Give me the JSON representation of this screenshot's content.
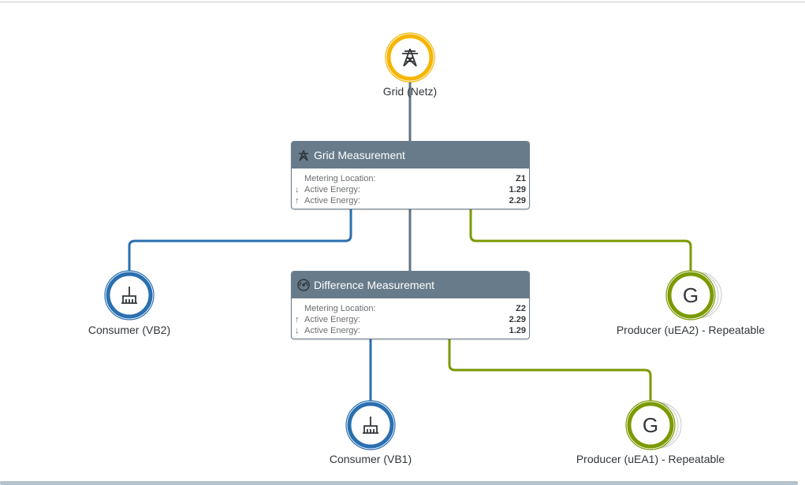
{
  "nodes": {
    "grid": {
      "label": "Grid (Netz)",
      "icon": "power-pylon-icon",
      "color": "#f5b500"
    },
    "consumer_vb2": {
      "label": "Consumer (VB2)",
      "icon": "consumer-plug-icon",
      "color": "#2a6fb0"
    },
    "producer_uea2": {
      "label": "Producer (uEA2) - Repeatable",
      "icon": "generator-icon",
      "color": "#7a9a01"
    },
    "consumer_vb1": {
      "label": "Consumer (VB1)",
      "icon": "consumer-plug-icon",
      "color": "#2a6fb0"
    },
    "producer_uea1": {
      "label": "Producer (uEA1) - Repeatable",
      "icon": "generator-icon",
      "color": "#7a9a01"
    },
    "generator_glyph": "G"
  },
  "cards": {
    "grid_measurement": {
      "title": "Grid Measurement",
      "icon": "power-pylon-icon",
      "rows": [
        {
          "arrow": "",
          "label": "Metering Location:",
          "value": "Z1"
        },
        {
          "arrow": "↓",
          "label": "Active Energy:",
          "value": "1.29"
        },
        {
          "arrow": "↑",
          "label": "Active Energy:",
          "value": "2.29"
        }
      ]
    },
    "difference_measurement": {
      "title": "Difference Measurement",
      "icon": "gauge-icon",
      "rows": [
        {
          "arrow": "",
          "label": "Metering Location:",
          "value": "Z2"
        },
        {
          "arrow": "↑",
          "label": "Active Energy:",
          "value": "2.29"
        },
        {
          "arrow": "↓",
          "label": "Active Energy:",
          "value": "1.29"
        }
      ]
    }
  },
  "colors": {
    "grid_line": "#5f7482",
    "consumer_line": "#2a6fb0",
    "producer_line": "#7a9a01",
    "card_header": "#677b8a"
  }
}
